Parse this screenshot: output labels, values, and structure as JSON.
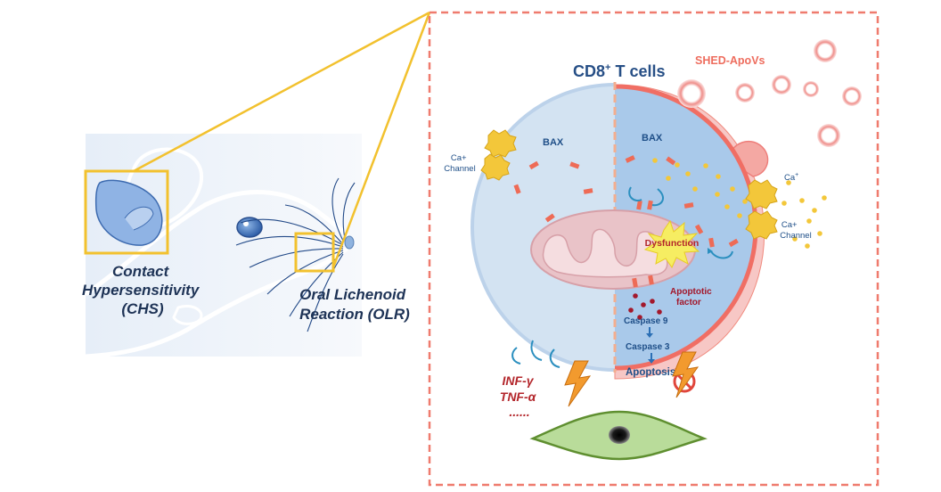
{
  "left_panel": {
    "chs_label": [
      "Contact",
      "Hypersensitivity",
      "(CHS)"
    ],
    "olr_label": [
      "Oral Lichenoid",
      "Reaction (OLR)"
    ]
  },
  "cell": {
    "title_main": "CD8",
    "title_sup": "+",
    "title_rest": " T cells",
    "apovs_label": "SHED-ApoVs",
    "bax_left": "BAX",
    "bax_right": "BAX",
    "ca_channel_left": [
      "Ca+",
      "Channel"
    ],
    "ca_right": "Ca",
    "ca_right_sup": "+",
    "ca_channel_right": [
      "Ca+",
      "Channel"
    ],
    "dysfunction": "Dysfunction",
    "apoptotic_factor": [
      "Apoptotic",
      "factor"
    ],
    "caspase9": "Caspase 9",
    "caspase3": "Caspase 3",
    "apoptosis": "Apoptosis",
    "cytokines": [
      "INF-γ",
      "TNF-α",
      "......"
    ]
  },
  "colors": {
    "highlight_box": "#f2c12e",
    "dashed_border": "#ef7b6e",
    "cell_left": "#d3e3f2",
    "cell_right": "#a9c9ea",
    "membrane_right": "#f08a7e",
    "apov_ring": "#ee7e7a",
    "text_blue": "#1f5a96",
    "text_red": "#b3262b",
    "mito": "#e9c3c8",
    "fibroblast": "#b9dc9a"
  }
}
